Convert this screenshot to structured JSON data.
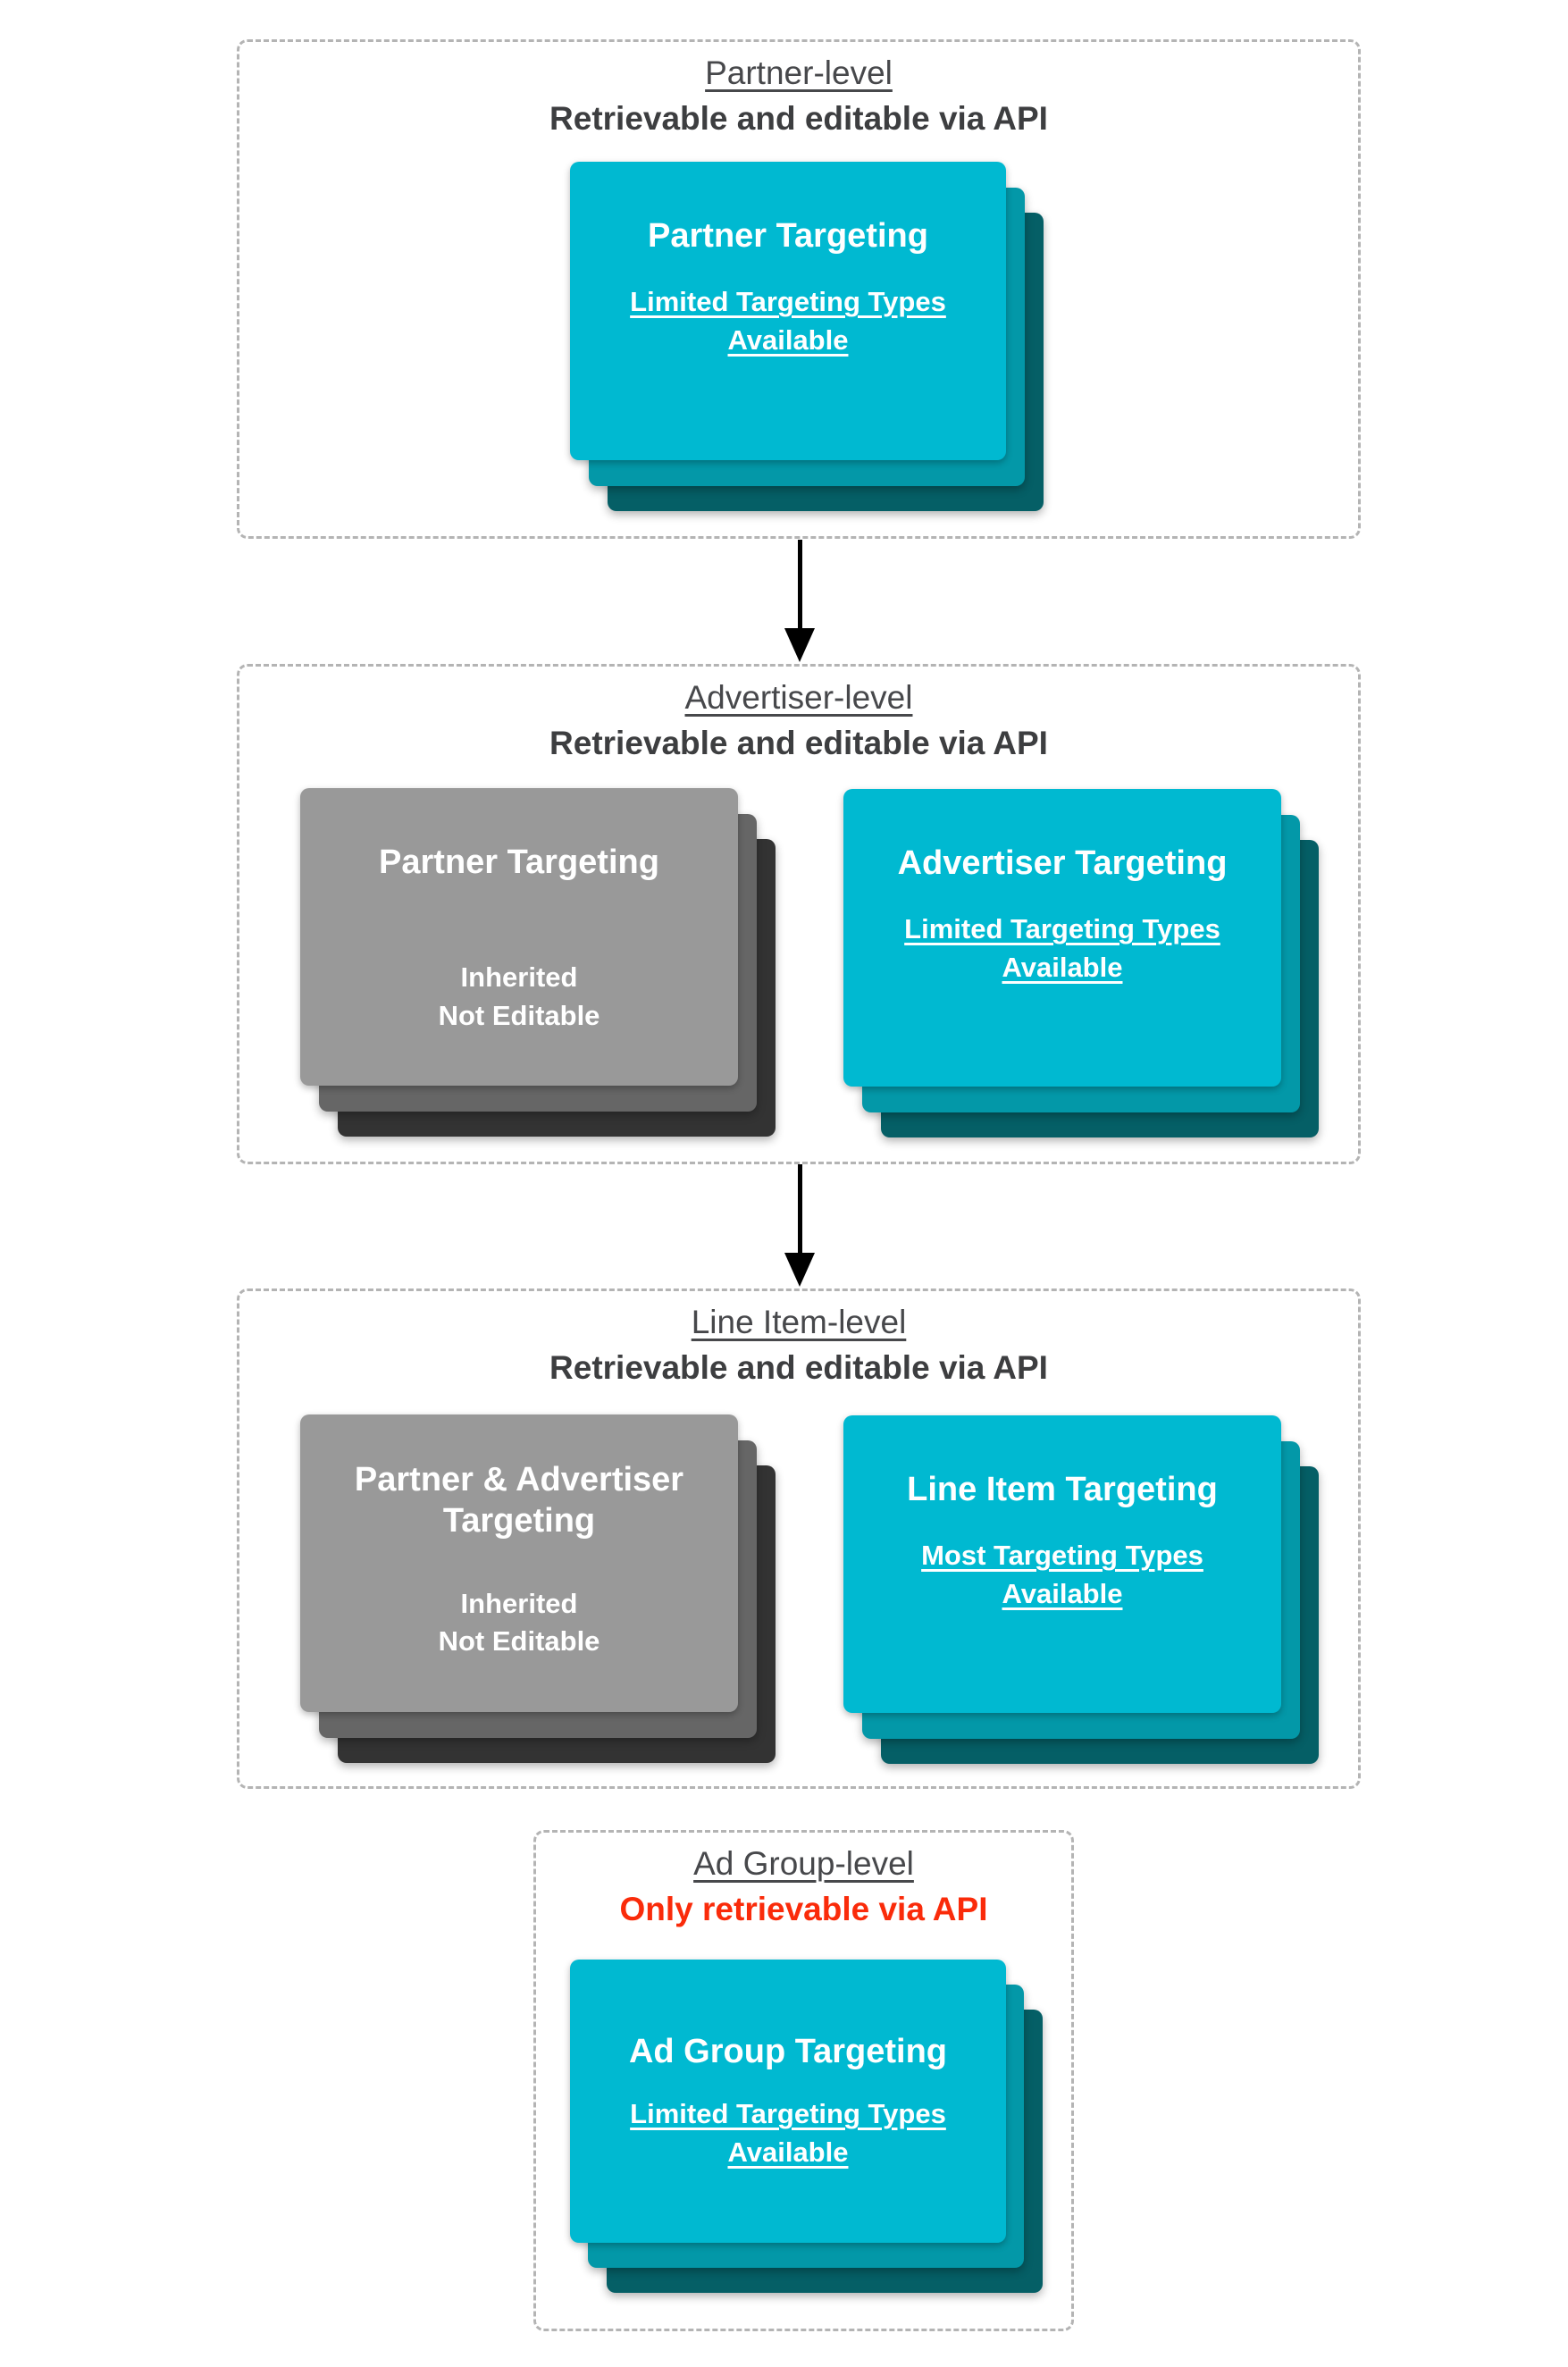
{
  "colors": {
    "cyan_card": "#00b9d1",
    "teal_mid_layer": "#0398a8",
    "teal_back_layer": "#055f66",
    "gray_card": "#999999",
    "gray_mid_layer": "#666666",
    "gray_back_layer": "#333333",
    "alert_red": "#fa2b0a",
    "title_text": "#47484b",
    "subtitle_text": "#3d3e40",
    "dashed_border": "#b4b4b4"
  },
  "sections": [
    {
      "title": "Partner-level",
      "subtitle": "Retrievable and editable via API",
      "cards": [
        {
          "style": "cyan",
          "heading_lines": [
            "Partner Targeting"
          ],
          "body_lines": [
            "Limited Targeting Types",
            "Available"
          ],
          "body_underlined": true
        }
      ]
    },
    {
      "title": "Advertiser-level",
      "subtitle": "Retrievable and editable via API",
      "cards": [
        {
          "style": "gray",
          "heading_lines": [
            "Partner Targeting"
          ],
          "body_lines": [
            "Inherited",
            "Not Editable"
          ],
          "body_underlined": false
        },
        {
          "style": "cyan",
          "heading_lines": [
            "Advertiser Targeting"
          ],
          "body_lines": [
            "Limited Targeting Types",
            "Available"
          ],
          "body_underlined": true
        }
      ]
    },
    {
      "title": "Line Item-level",
      "subtitle": "Retrievable and editable via API",
      "cards": [
        {
          "style": "gray",
          "heading_lines": [
            "Partner & Advertiser",
            "Targeting"
          ],
          "body_lines": [
            "Inherited",
            "Not Editable"
          ],
          "body_underlined": false
        },
        {
          "style": "cyan",
          "heading_lines": [
            "Line Item Targeting"
          ],
          "body_lines": [
            "Most Targeting Types",
            "Available"
          ],
          "body_underlined": true
        }
      ]
    },
    {
      "title": "Ad Group-level",
      "subtitle": "Only retrievable via API",
      "subtitle_emphasis": "red",
      "cards": [
        {
          "style": "cyan",
          "heading_lines": [
            "Ad Group Targeting"
          ],
          "body_lines": [
            "Limited Targeting Types",
            "Available"
          ],
          "body_underlined": true
        }
      ]
    }
  ]
}
